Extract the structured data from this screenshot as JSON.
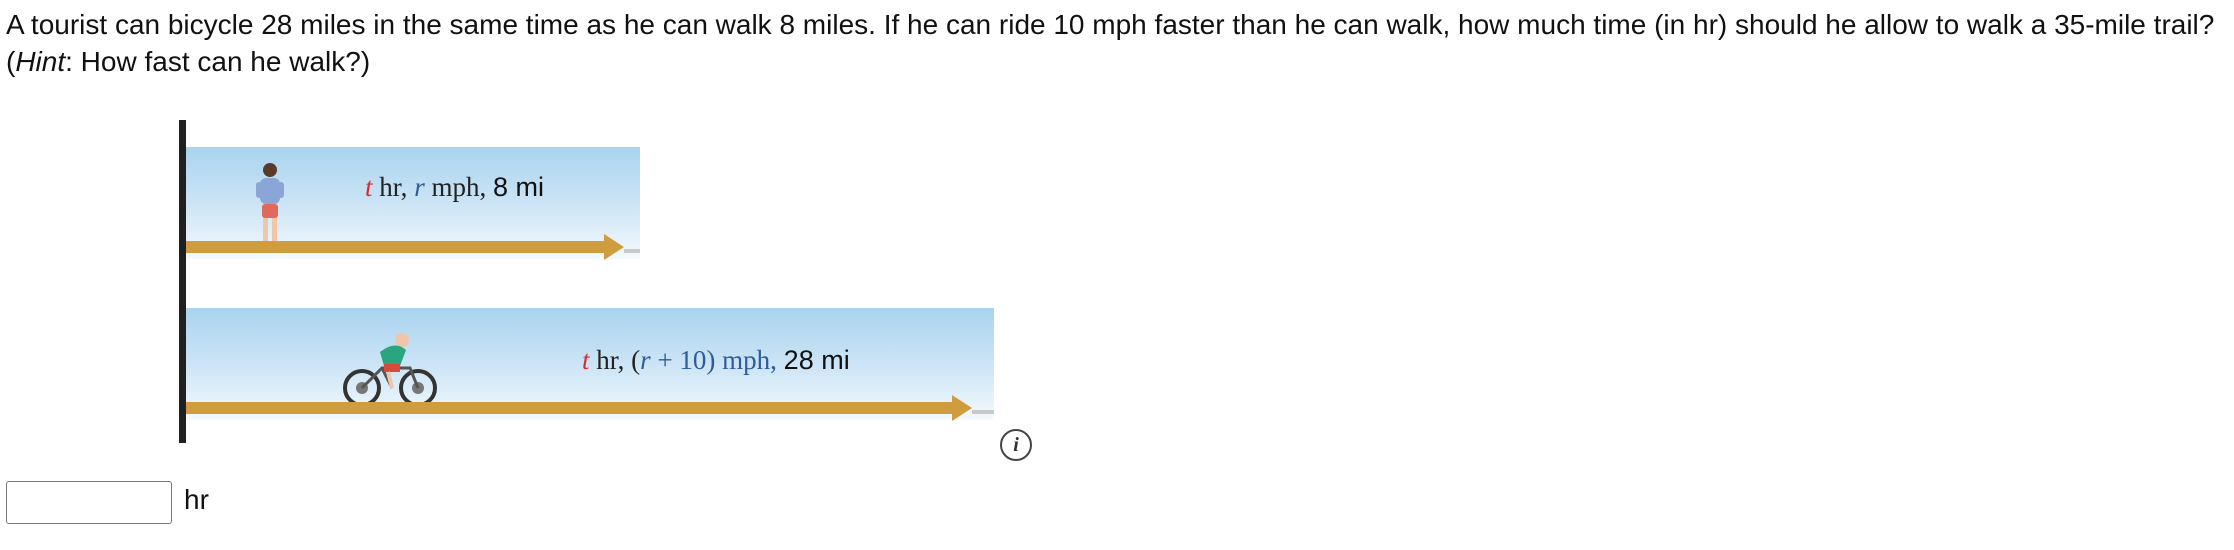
{
  "problem": {
    "part1": "A tourist can bicycle 28 miles in the same time as he can walk 8 miles. If he can ride 10 mph faster than he can walk, how much time (in hr) should he allow to walk a 35-mile trail? (",
    "hint_word": "Hint",
    "part2": ": How fast can he walk?)"
  },
  "figure": {
    "walk": {
      "t": "t",
      "hr": " hr, ",
      "r": "r",
      "mph": " mph, ",
      "dist": "8 mi"
    },
    "bike": {
      "t": "t",
      "hr": " hr, (",
      "r": "r",
      "plus": " + 10) mph, ",
      "dist": "28 mi"
    }
  },
  "info_icon": {
    "glyph": "i"
  },
  "answer": {
    "value": "",
    "unit": "hr"
  },
  "colors": {
    "ground": "#d09d3e",
    "sky_top": "#a9d3ef",
    "var_red": "#d32f2f",
    "var_blue": "#2e5b9a"
  }
}
